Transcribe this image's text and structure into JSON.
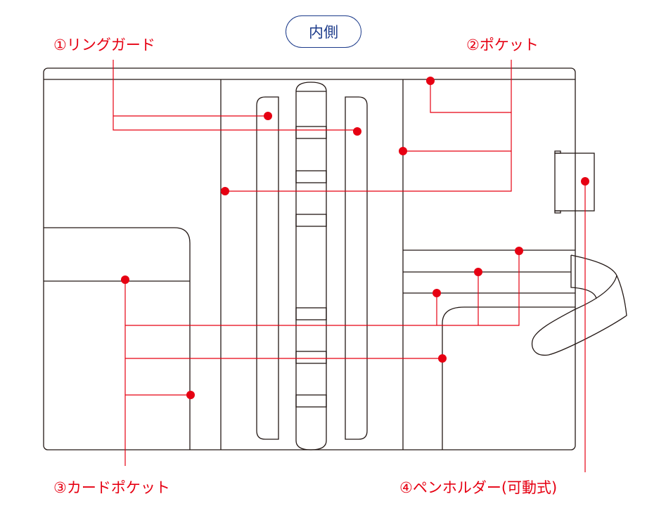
{
  "title": "内側",
  "labels": {
    "ring_guard": "①リングガード",
    "pocket": "②ポケット",
    "card_pocket": "③カードポケット",
    "pen_holder": "④ペンホルダー(可動式)"
  },
  "colors": {
    "accent": "#e60012",
    "title_border": "#1b3a8a",
    "outline": "#231815"
  }
}
